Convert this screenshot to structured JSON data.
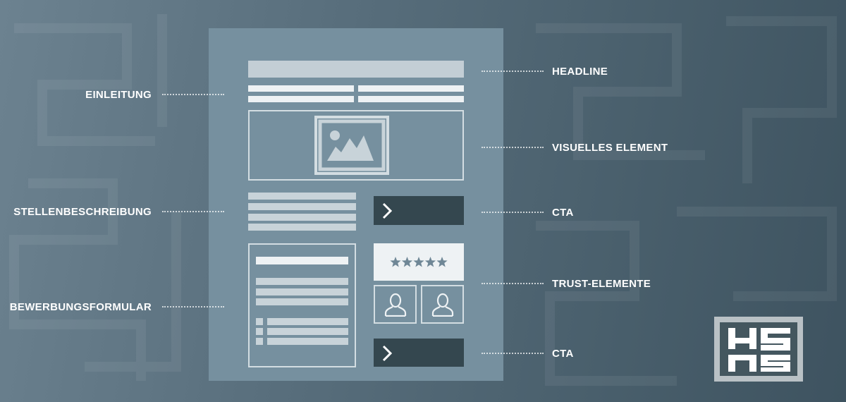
{
  "labels": {
    "left": {
      "intro": "EINLEITUNG",
      "job_description": "STELLENBESCHREIBUNG",
      "application_form": "BEWERBUNGSFORMULAR"
    },
    "right": {
      "headline": "HEADLINE",
      "visual_element": "VISUELLES ELEMENT",
      "cta_primary": "CTA",
      "trust_elements": "TRUST-ELEMENTE",
      "cta_secondary": "CTA"
    }
  },
  "icons": {
    "image": "image-placeholder-icon",
    "chevron": "chevron-right-icon",
    "star": "star-icon",
    "person": "person-icon",
    "logo": "hs-logo"
  },
  "rating": {
    "stars": 5
  },
  "colors": {
    "page": "#76909f",
    "placeholder_bar": "#c8d3d9",
    "cta": "#34474f",
    "outline": "#d3dde2",
    "text": "#ffffff"
  },
  "logo_text": "HS"
}
